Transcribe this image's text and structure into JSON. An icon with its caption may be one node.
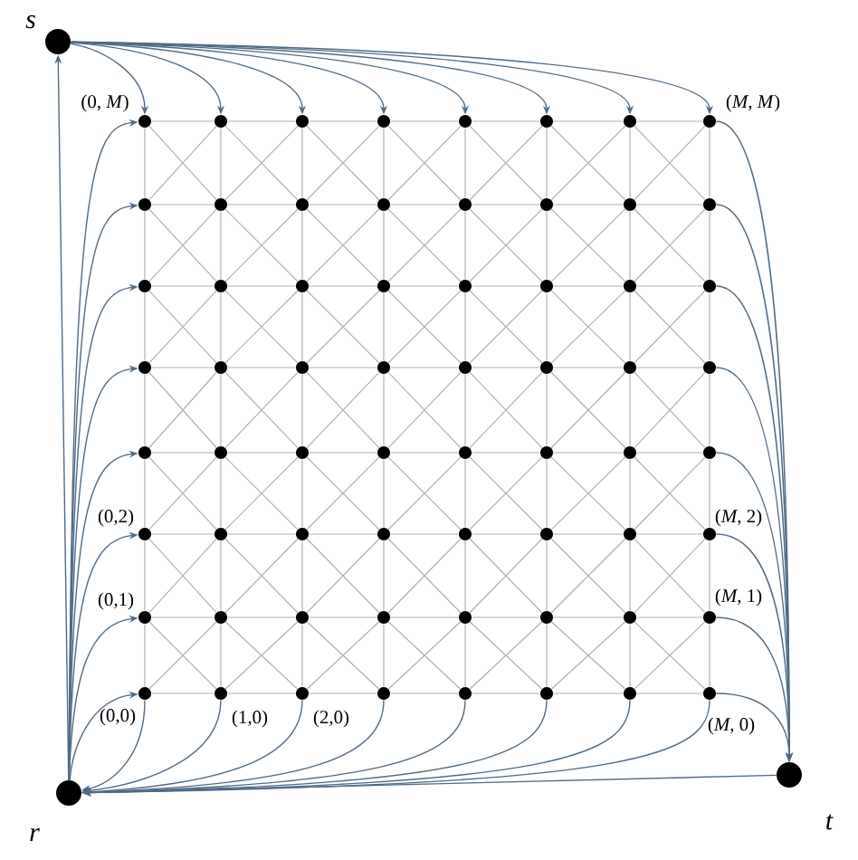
{
  "diagram": {
    "nodes": [
      {
        "text": [],
        "shape": "circle",
        "beside": [
          "s"
        ]
      },
      {
        "text": [],
        "shape": "circle",
        "beside": [
          "(0, *M*)"
        ]
      },
      {
        "text": [],
        "shape": "circle"
      },
      {
        "text": [],
        "shape": "circle"
      },
      {
        "text": [],
        "shape": "circle"
      },
      {
        "text": [],
        "shape": "circle"
      },
      {
        "text": [],
        "shape": "circle"
      },
      {
        "text": [],
        "shape": "circle"
      },
      {
        "text": [],
        "shape": "circle",
        "beside": [
          "(*M*, *M*)"
        ]
      },
      {
        "text": [],
        "shape": "circle"
      },
      {
        "text": [],
        "shape": "circle"
      },
      {
        "text": [],
        "shape": "circle"
      },
      {
        "text": [],
        "shape": "circle"
      },
      {
        "text": [],
        "shape": "circle"
      },
      {
        "text": [],
        "shape": "circle"
      },
      {
        "text": [],
        "shape": "circle"
      },
      {
        "text": [],
        "shape": "circle"
      },
      {
        "text": [],
        "shape": "circle"
      },
      {
        "text": [],
        "shape": "circle"
      },
      {
        "text": [],
        "shape": "circle"
      },
      {
        "text": [],
        "shape": "circle"
      },
      {
        "text": [],
        "shape": "circle"
      },
      {
        "text": [],
        "shape": "circle"
      },
      {
        "text": [],
        "shape": "circle"
      },
      {
        "text": [],
        "shape": "circle"
      },
      {
        "text": [],
        "shape": "circle"
      },
      {
        "text": [],
        "shape": "circle"
      },
      {
        "text": [],
        "shape": "circle"
      },
      {
        "text": [],
        "shape": "circle"
      },
      {
        "text": [],
        "shape": "circle"
      },
      {
        "text": [],
        "shape": "circle"
      },
      {
        "text": [],
        "shape": "circle"
      },
      {
        "text": [],
        "shape": "circle"
      },
      {
        "text": [],
        "shape": "circle"
      },
      {
        "text": [],
        "shape": "circle"
      },
      {
        "text": [],
        "shape": "circle"
      },
      {
        "text": [],
        "shape": "circle"
      },
      {
        "text": [],
        "shape": "circle"
      },
      {
        "text": [],
        "shape": "circle"
      },
      {
        "text": [],
        "shape": "circle"
      },
      {
        "text": [],
        "shape": "circle"
      },
      {
        "text": [],
        "shape": "circle",
        "beside": [
          "(0,2)"
        ]
      },
      {
        "text": [],
        "shape": "circle"
      },
      {
        "text": [],
        "shape": "circle"
      },
      {
        "text": [],
        "shape": "circle"
      },
      {
        "text": [],
        "shape": "circle"
      },
      {
        "text": [],
        "shape": "circle"
      },
      {
        "text": [],
        "shape": "circle"
      },
      {
        "text": [],
        "shape": "circle",
        "beside": [
          "(*M*, 2)"
        ]
      },
      {
        "text": [],
        "shape": "circle",
        "beside": [
          "(0,1)"
        ]
      },
      {
        "text": [],
        "shape": "circle"
      },
      {
        "text": [],
        "shape": "circle"
      },
      {
        "text": [],
        "shape": "circle"
      },
      {
        "text": [],
        "shape": "circle"
      },
      {
        "text": [],
        "shape": "circle"
      },
      {
        "text": [],
        "shape": "circle"
      },
      {
        "text": [],
        "shape": "circle",
        "beside": [
          "(*M*, 1)"
        ]
      },
      {
        "text": [],
        "shape": "circle",
        "beside": [
          "(0,0)"
        ]
      },
      {
        "text": [],
        "shape": "circle",
        "beside": [
          "(1,0)"
        ]
      },
      {
        "text": [],
        "shape": "circle",
        "beside": [
          "(2,0)"
        ]
      },
      {
        "text": [],
        "shape": "circle"
      },
      {
        "text": [],
        "shape": "circle"
      },
      {
        "text": [],
        "shape": "circle"
      },
      {
        "text": [],
        "shape": "circle"
      },
      {
        "text": [],
        "shape": "circle",
        "beside": [
          "(*M*, 0)"
        ]
      },
      {
        "text": [],
        "shape": "circle",
        "beside": [
          "r"
        ]
      },
      {
        "text": [],
        "shape": "circle",
        "beside": [
          "t"
        ]
      }
    ],
    "edges": [
      {
        "from": 1,
        "to": 2,
        "arrow": "none"
      },
      {
        "from": 2,
        "to": 3,
        "arrow": "none"
      },
      {
        "from": 3,
        "to": 4,
        "arrow": "none"
      },
      {
        "from": 4,
        "to": 5,
        "arrow": "none"
      },
      {
        "from": 5,
        "to": 6,
        "arrow": "none"
      },
      {
        "from": 6,
        "to": 7,
        "arrow": "none"
      },
      {
        "from": 7,
        "to": 8,
        "arrow": "none"
      },
      {
        "from": 9,
        "to": 10,
        "arrow": "none"
      },
      {
        "from": 10,
        "to": 11,
        "arrow": "none"
      },
      {
        "from": 11,
        "to": 12,
        "arrow": "none"
      },
      {
        "from": 12,
        "to": 13,
        "arrow": "none"
      },
      {
        "from": 13,
        "to": 14,
        "arrow": "none"
      },
      {
        "from": 14,
        "to": 15,
        "arrow": "none"
      },
      {
        "from": 15,
        "to": 16,
        "arrow": "none"
      },
      {
        "from": 17,
        "to": 18,
        "arrow": "none"
      },
      {
        "from": 18,
        "to": 19,
        "arrow": "none"
      },
      {
        "from": 19,
        "to": 20,
        "arrow": "none"
      },
      {
        "from": 20,
        "to": 21,
        "arrow": "none"
      },
      {
        "from": 21,
        "to": 22,
        "arrow": "none"
      },
      {
        "from": 22,
        "to": 23,
        "arrow": "none"
      },
      {
        "from": 23,
        "to": 24,
        "arrow": "none"
      },
      {
        "from": 25,
        "to": 26,
        "arrow": "none"
      },
      {
        "from": 26,
        "to": 27,
        "arrow": "none"
      },
      {
        "from": 27,
        "to": 28,
        "arrow": "none"
      },
      {
        "from": 28,
        "to": 29,
        "arrow": "none"
      },
      {
        "from": 29,
        "to": 30,
        "arrow": "none"
      },
      {
        "from": 30,
        "to": 31,
        "arrow": "none"
      },
      {
        "from": 31,
        "to": 32,
        "arrow": "none"
      },
      {
        "from": 33,
        "to": 34,
        "arrow": "none"
      },
      {
        "from": 34,
        "to": 35,
        "arrow": "none"
      },
      {
        "from": 35,
        "to": 36,
        "arrow": "none"
      },
      {
        "from": 36,
        "to": 37,
        "arrow": "none"
      },
      {
        "from": 37,
        "to": 38,
        "arrow": "none"
      },
      {
        "from": 38,
        "to": 39,
        "arrow": "none"
      },
      {
        "from": 39,
        "to": 40,
        "arrow": "none"
      },
      {
        "from": 41,
        "to": 42,
        "arrow": "none"
      },
      {
        "from": 42,
        "to": 43,
        "arrow": "none"
      },
      {
        "from": 43,
        "to": 44,
        "arrow": "none"
      },
      {
        "from": 44,
        "to": 45,
        "arrow": "none"
      },
      {
        "from": 45,
        "to": 46,
        "arrow": "none"
      },
      {
        "from": 46,
        "to": 47,
        "arrow": "none"
      },
      {
        "from": 47,
        "to": 48,
        "arrow": "none"
      },
      {
        "from": 49,
        "to": 50,
        "arrow": "none"
      },
      {
        "from": 50,
        "to": 51,
        "arrow": "none"
      },
      {
        "from": 51,
        "to": 52,
        "arrow": "none"
      },
      {
        "from": 52,
        "to": 53,
        "arrow": "none"
      },
      {
        "from": 53,
        "to": 54,
        "arrow": "none"
      },
      {
        "from": 54,
        "to": 55,
        "arrow": "none"
      },
      {
        "from": 55,
        "to": 56,
        "arrow": "none"
      },
      {
        "from": 57,
        "to": 58,
        "arrow": "none"
      },
      {
        "from": 58,
        "to": 59,
        "arrow": "none"
      },
      {
        "from": 59,
        "to": 60,
        "arrow": "none"
      },
      {
        "from": 60,
        "to": 61,
        "arrow": "none"
      },
      {
        "from": 61,
        "to": 62,
        "arrow": "none"
      },
      {
        "from": 62,
        "to": 63,
        "arrow": "none"
      },
      {
        "from": 63,
        "to": 64,
        "arrow": "none"
      },
      {
        "from": 1,
        "to": 9,
        "arrow": "none"
      },
      {
        "from": 2,
        "to": 10,
        "arrow": "none"
      },
      {
        "from": 3,
        "to": 11,
        "arrow": "none"
      },
      {
        "from": 4,
        "to": 12,
        "arrow": "none"
      },
      {
        "from": 5,
        "to": 13,
        "arrow": "none"
      },
      {
        "from": 6,
        "to": 14,
        "arrow": "none"
      },
      {
        "from": 7,
        "to": 15,
        "arrow": "none"
      },
      {
        "from": 8,
        "to": 16,
        "arrow": "none"
      },
      {
        "from": 9,
        "to": 17,
        "arrow": "none"
      },
      {
        "from": 10,
        "to": 18,
        "arrow": "none"
      },
      {
        "from": 11,
        "to": 19,
        "arrow": "none"
      },
      {
        "from": 12,
        "to": 20,
        "arrow": "none"
      },
      {
        "from": 13,
        "to": 21,
        "arrow": "none"
      },
      {
        "from": 14,
        "to": 22,
        "arrow": "none"
      },
      {
        "from": 15,
        "to": 23,
        "arrow": "none"
      },
      {
        "from": 16,
        "to": 24,
        "arrow": "none"
      },
      {
        "from": 17,
        "to": 25,
        "arrow": "none"
      },
      {
        "from": 18,
        "to": 26,
        "arrow": "none"
      },
      {
        "from": 19,
        "to": 27,
        "arrow": "none"
      },
      {
        "from": 20,
        "to": 28,
        "arrow": "none"
      },
      {
        "from": 21,
        "to": 29,
        "arrow": "none"
      },
      {
        "from": 22,
        "to": 30,
        "arrow": "none"
      },
      {
        "from": 23,
        "to": 31,
        "arrow": "none"
      },
      {
        "from": 24,
        "to": 32,
        "arrow": "none"
      },
      {
        "from": 25,
        "to": 33,
        "arrow": "none"
      },
      {
        "from": 26,
        "to": 34,
        "arrow": "none"
      },
      {
        "from": 27,
        "to": 35,
        "arrow": "none"
      },
      {
        "from": 28,
        "to": 36,
        "arrow": "none"
      },
      {
        "from": 29,
        "to": 37,
        "arrow": "none"
      },
      {
        "from": 30,
        "to": 38,
        "arrow": "none"
      },
      {
        "from": 31,
        "to": 39,
        "arrow": "none"
      },
      {
        "from": 32,
        "to": 40,
        "arrow": "none"
      },
      {
        "from": 33,
        "to": 41,
        "arrow": "none"
      },
      {
        "from": 34,
        "to": 42,
        "arrow": "none"
      },
      {
        "from": 35,
        "to": 43,
        "arrow": "none"
      },
      {
        "from": 36,
        "to": 44,
        "arrow": "none"
      },
      {
        "from": 37,
        "to": 45,
        "arrow": "none"
      },
      {
        "from": 38,
        "to": 46,
        "arrow": "none"
      },
      {
        "from": 39,
        "to": 47,
        "arrow": "none"
      },
      {
        "from": 40,
        "to": 48,
        "arrow": "none"
      },
      {
        "from": 41,
        "to": 49,
        "arrow": "none"
      },
      {
        "from": 42,
        "to": 50,
        "arrow": "none"
      },
      {
        "from": 43,
        "to": 51,
        "arrow": "none"
      },
      {
        "from": 44,
        "to": 52,
        "arrow": "none"
      },
      {
        "from": 45,
        "to": 53,
        "arrow": "none"
      },
      {
        "from": 46,
        "to": 54,
        "arrow": "none"
      },
      {
        "from": 47,
        "to": 55,
        "arrow": "none"
      },
      {
        "from": 48,
        "to": 56,
        "arrow": "none"
      },
      {
        "from": 49,
        "to": 57,
        "arrow": "none"
      },
      {
        "from": 50,
        "to": 58,
        "arrow": "none"
      },
      {
        "from": 51,
        "to": 59,
        "arrow": "none"
      },
      {
        "from": 52,
        "to": 60,
        "arrow": "none"
      },
      {
        "from": 53,
        "to": 61,
        "arrow": "none"
      },
      {
        "from": 54,
        "to": 62,
        "arrow": "none"
      },
      {
        "from": 55,
        "to": 63,
        "arrow": "none"
      },
      {
        "from": 56,
        "to": 64,
        "arrow": "none"
      },
      {
        "from": 1,
        "to": 10,
        "arrow": "none"
      },
      {
        "from": 9,
        "to": 2,
        "arrow": "none"
      },
      {
        "from": 2,
        "to": 11,
        "arrow": "none"
      },
      {
        "from": 3,
        "to": 10,
        "arrow": "none"
      },
      {
        "from": 3,
        "to": 12,
        "arrow": "none"
      },
      {
        "from": 4,
        "to": 11,
        "arrow": "none"
      },
      {
        "from": 4,
        "to": 13,
        "arrow": "none"
      },
      {
        "from": 5,
        "to": 12,
        "arrow": "none"
      },
      {
        "from": 5,
        "to": 14,
        "arrow": "none"
      },
      {
        "from": 6,
        "to": 13,
        "arrow": "none"
      },
      {
        "from": 6,
        "to": 15,
        "arrow": "none"
      },
      {
        "from": 7,
        "to": 14,
        "arrow": "none"
      },
      {
        "from": 7,
        "to": 16,
        "arrow": "none"
      },
      {
        "from": 8,
        "to": 15,
        "arrow": "none"
      },
      {
        "from": 9,
        "to": 18,
        "arrow": "none"
      },
      {
        "from": 10,
        "to": 17,
        "arrow": "none"
      },
      {
        "from": 10,
        "to": 19,
        "arrow": "none"
      },
      {
        "from": 11,
        "to": 18,
        "arrow": "none"
      },
      {
        "from": 11,
        "to": 20,
        "arrow": "none"
      },
      {
        "from": 12,
        "to": 19,
        "arrow": "none"
      },
      {
        "from": 12,
        "to": 21,
        "arrow": "none"
      },
      {
        "from": 13,
        "to": 20,
        "arrow": "none"
      },
      {
        "from": 13,
        "to": 22,
        "arrow": "none"
      },
      {
        "from": 14,
        "to": 21,
        "arrow": "none"
      },
      {
        "from": 14,
        "to": 23,
        "arrow": "none"
      },
      {
        "from": 15,
        "to": 22,
        "arrow": "none"
      },
      {
        "from": 15,
        "to": 24,
        "arrow": "none"
      },
      {
        "from": 16,
        "to": 23,
        "arrow": "none"
      },
      {
        "from": 17,
        "to": 26,
        "arrow": "none"
      },
      {
        "from": 18,
        "to": 25,
        "arrow": "none"
      },
      {
        "from": 18,
        "to": 27,
        "arrow": "none"
      },
      {
        "from": 19,
        "to": 26,
        "arrow": "none"
      },
      {
        "from": 19,
        "to": 28,
        "arrow": "none"
      },
      {
        "from": 20,
        "to": 27,
        "arrow": "none"
      },
      {
        "from": 20,
        "to": 29,
        "arrow": "none"
      },
      {
        "from": 21,
        "to": 28,
        "arrow": "none"
      },
      {
        "from": 21,
        "to": 30,
        "arrow": "none"
      },
      {
        "from": 22,
        "to": 29,
        "arrow": "none"
      },
      {
        "from": 22,
        "to": 31,
        "arrow": "none"
      },
      {
        "from": 23,
        "to": 30,
        "arrow": "none"
      },
      {
        "from": 23,
        "to": 32,
        "arrow": "none"
      },
      {
        "from": 24,
        "to": 31,
        "arrow": "none"
      },
      {
        "from": 25,
        "to": 34,
        "arrow": "none"
      },
      {
        "from": 26,
        "to": 33,
        "arrow": "none"
      },
      {
        "from": 26,
        "to": 35,
        "arrow": "none"
      },
      {
        "from": 27,
        "to": 34,
        "arrow": "none"
      },
      {
        "from": 27,
        "to": 36,
        "arrow": "none"
      },
      {
        "from": 28,
        "to": 35,
        "arrow": "none"
      },
      {
        "from": 28,
        "to": 37,
        "arrow": "none"
      },
      {
        "from": 29,
        "to": 36,
        "arrow": "none"
      },
      {
        "from": 29,
        "to": 38,
        "arrow": "none"
      },
      {
        "from": 30,
        "to": 37,
        "arrow": "none"
      },
      {
        "from": 30,
        "to": 39,
        "arrow": "none"
      },
      {
        "from": 31,
        "to": 38,
        "arrow": "none"
      },
      {
        "from": 31,
        "to": 40,
        "arrow": "none"
      },
      {
        "from": 32,
        "to": 39,
        "arrow": "none"
      },
      {
        "from": 33,
        "to": 42,
        "arrow": "none"
      },
      {
        "from": 34,
        "to": 41,
        "arrow": "none"
      },
      {
        "from": 34,
        "to": 43,
        "arrow": "none"
      },
      {
        "from": 35,
        "to": 42,
        "arrow": "none"
      },
      {
        "from": 35,
        "to": 44,
        "arrow": "none"
      },
      {
        "from": 36,
        "to": 43,
        "arrow": "none"
      },
      {
        "from": 36,
        "to": 45,
        "arrow": "none"
      },
      {
        "from": 37,
        "to": 44,
        "arrow": "none"
      },
      {
        "from": 37,
        "to": 46,
        "arrow": "none"
      },
      {
        "from": 38,
        "to": 45,
        "arrow": "none"
      },
      {
        "from": 38,
        "to": 47,
        "arrow": "none"
      },
      {
        "from": 39,
        "to": 46,
        "arrow": "none"
      },
      {
        "from": 39,
        "to": 48,
        "arrow": "none"
      },
      {
        "from": 40,
        "to": 47,
        "arrow": "none"
      },
      {
        "from": 41,
        "to": 50,
        "arrow": "none"
      },
      {
        "from": 42,
        "to": 49,
        "arrow": "none"
      },
      {
        "from": 42,
        "to": 51,
        "arrow": "none"
      },
      {
        "from": 43,
        "to": 50,
        "arrow": "none"
      },
      {
        "from": 43,
        "to": 52,
        "arrow": "none"
      },
      {
        "from": 44,
        "to": 51,
        "arrow": "none"
      },
      {
        "from": 44,
        "to": 53,
        "arrow": "none"
      },
      {
        "from": 45,
        "to": 52,
        "arrow": "none"
      },
      {
        "from": 45,
        "to": 54,
        "arrow": "none"
      },
      {
        "from": 46,
        "to": 53,
        "arrow": "none"
      },
      {
        "from": 46,
        "to": 55,
        "arrow": "none"
      },
      {
        "from": 47,
        "to": 54,
        "arrow": "none"
      },
      {
        "from": 47,
        "to": 56,
        "arrow": "none"
      },
      {
        "from": 48,
        "to": 55,
        "arrow": "none"
      },
      {
        "from": 49,
        "to": 58,
        "arrow": "none"
      },
      {
        "from": 50,
        "to": 57,
        "arrow": "none"
      },
      {
        "from": 50,
        "to": 59,
        "arrow": "none"
      },
      {
        "from": 51,
        "to": 58,
        "arrow": "none"
      },
      {
        "from": 51,
        "to": 60,
        "arrow": "none"
      },
      {
        "from": 52,
        "to": 59,
        "arrow": "none"
      },
      {
        "from": 52,
        "to": 61,
        "arrow": "none"
      },
      {
        "from": 53,
        "to": 60,
        "arrow": "none"
      },
      {
        "from": 53,
        "to": 62,
        "arrow": "none"
      },
      {
        "from": 54,
        "to": 61,
        "arrow": "none"
      },
      {
        "from": 54,
        "to": 63,
        "arrow": "none"
      },
      {
        "from": 55,
        "to": 62,
        "arrow": "none"
      },
      {
        "from": 55,
        "to": 64,
        "arrow": "none"
      },
      {
        "from": 56,
        "to": 63,
        "arrow": "none"
      },
      {
        "from": 0,
        "to": 1,
        "arrow": "to",
        "color": "#4f6b85"
      },
      {
        "from": 0,
        "to": 2,
        "arrow": "to",
        "color": "#4f6b85"
      },
      {
        "from": 0,
        "to": 3,
        "arrow": "to",
        "color": "#4f6b85"
      },
      {
        "from": 0,
        "to": 4,
        "arrow": "to",
        "color": "#4f6b85"
      },
      {
        "from": 0,
        "to": 5,
        "arrow": "to",
        "color": "#4f6b85"
      },
      {
        "from": 0,
        "to": 6,
        "arrow": "to",
        "color": "#4f6b85"
      },
      {
        "from": 0,
        "to": 7,
        "arrow": "to",
        "color": "#4f6b85"
      },
      {
        "from": 0,
        "to": 8,
        "arrow": "to",
        "color": "#4f6b85"
      },
      {
        "from": 65,
        "to": 1,
        "arrow": "to",
        "color": "#4f6b85"
      },
      {
        "from": 65,
        "to": 9,
        "arrow": "to",
        "color": "#4f6b85"
      },
      {
        "from": 65,
        "to": 17,
        "arrow": "to",
        "color": "#4f6b85"
      },
      {
        "from": 65,
        "to": 25,
        "arrow": "to",
        "color": "#4f6b85"
      },
      {
        "from": 65,
        "to": 33,
        "arrow": "to",
        "color": "#4f6b85"
      },
      {
        "from": 65,
        "to": 41,
        "arrow": "to",
        "color": "#4f6b85"
      },
      {
        "from": 65,
        "to": 49,
        "arrow": "to",
        "color": "#4f6b85"
      },
      {
        "from": 65,
        "to": 57,
        "arrow": "to",
        "color": "#4f6b85"
      },
      {
        "from": 8,
        "to": 66,
        "arrow": "to",
        "color": "#4f6b85"
      },
      {
        "from": 16,
        "to": 66,
        "arrow": "to",
        "color": "#4f6b85"
      },
      {
        "from": 24,
        "to": 66,
        "arrow": "to",
        "color": "#4f6b85"
      },
      {
        "from": 32,
        "to": 66,
        "arrow": "to",
        "color": "#4f6b85"
      },
      {
        "from": 40,
        "to": 66,
        "arrow": "to",
        "color": "#4f6b85"
      },
      {
        "from": 48,
        "to": 66,
        "arrow": "to",
        "color": "#4f6b85"
      },
      {
        "from": 56,
        "to": 66,
        "arrow": "to",
        "color": "#4f6b85"
      },
      {
        "from": 64,
        "to": 66,
        "arrow": "to",
        "color": "#4f6b85"
      },
      {
        "from": 57,
        "to": 65,
        "arrow": "to",
        "color": "#4f6b85"
      },
      {
        "from": 58,
        "to": 65,
        "arrow": "to",
        "color": "#4f6b85"
      },
      {
        "from": 59,
        "to": 65,
        "arrow": "to",
        "color": "#4f6b85"
      },
      {
        "from": 60,
        "to": 65,
        "arrow": "to",
        "color": "#4f6b85"
      },
      {
        "from": 61,
        "to": 65,
        "arrow": "to",
        "color": "#4f6b85"
      },
      {
        "from": 62,
        "to": 65,
        "arrow": "to",
        "color": "#4f6b85"
      },
      {
        "from": 63,
        "to": 65,
        "arrow": "to",
        "color": "#4f6b85"
      },
      {
        "from": 64,
        "to": 65,
        "arrow": "to",
        "color": "#4f6b85"
      },
      {
        "from": 66,
        "to": 65,
        "arrow": "to",
        "color": "#4f6b85"
      },
      {
        "from": 65,
        "to": 0,
        "arrow": "to",
        "color": "#4f6b85"
      }
    ]
  }
}
